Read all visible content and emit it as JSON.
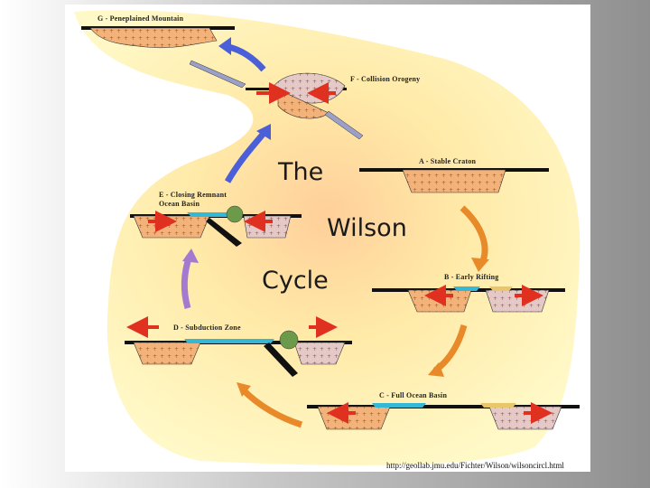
{
  "title_lines": [
    "The",
    "Wilson",
    "Cycle"
  ],
  "stages": [
    {
      "id": "A",
      "label": "A - Stable Craton"
    },
    {
      "id": "B",
      "label": "B - Early Rifting"
    },
    {
      "id": "C",
      "label": "C - Full Ocean Basin"
    },
    {
      "id": "D",
      "label": "D - Subduction Zone"
    },
    {
      "id": "E",
      "label_line1": "E - Closing Remnant",
      "label_line2": "Ocean Basin"
    },
    {
      "id": "F",
      "label": "F - Collision Orogeny"
    },
    {
      "id": "G",
      "label": "G - Peneplained Mountain"
    }
  ],
  "source_url": "http://geollab.jmu.edu/Fichter/Wilson/wilsoncircl.html",
  "colors": {
    "background_blob": "#fff7b0",
    "blob_center": "#ffd9a8",
    "continental_crust": "#f3b27a",
    "granite_crust": "#e6c8c0",
    "ocean_crust": "#35b7d6",
    "volcano": "#6b9a4a",
    "push_arrow": "#e03020",
    "cycle_arrow_orange": "#e8892a",
    "cycle_arrow_purple": "#a47ad0",
    "cycle_arrow_blue": "#4a5fd8"
  }
}
